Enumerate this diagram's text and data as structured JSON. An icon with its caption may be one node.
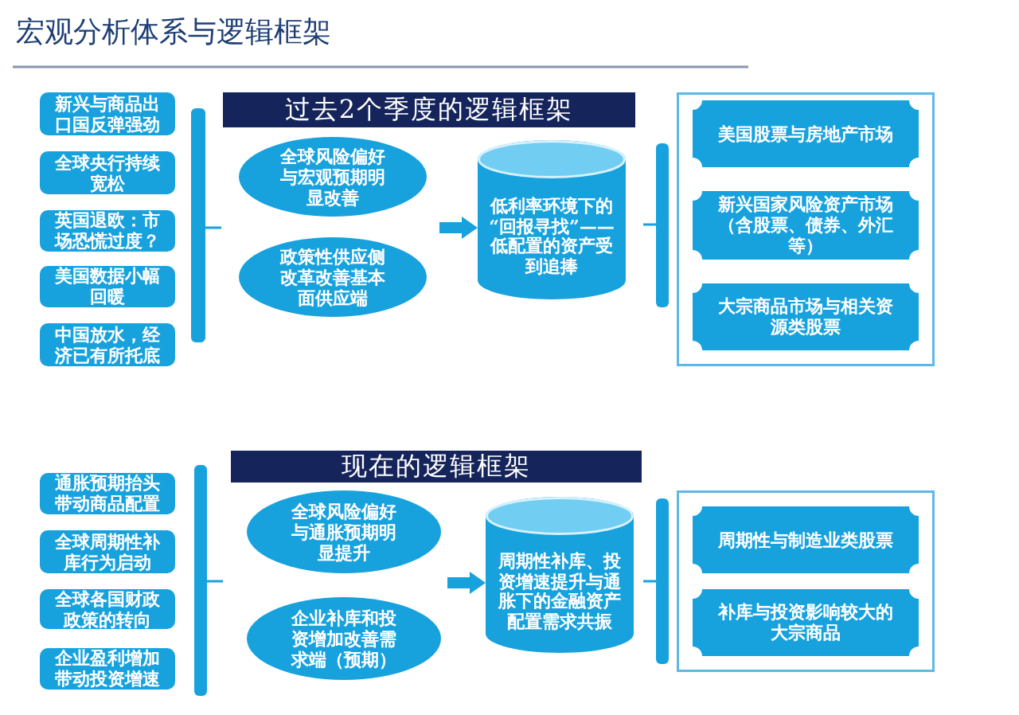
{
  "diagram": {
    "title": "宏观分析体系与逻辑框架",
    "nodes": [
      {
        "text": [
          "过去2个季度的逻辑框架"
        ]
      },
      {
        "text": [
          "新兴与商品出口国反弹强劲"
        ]
      },
      {
        "text": [
          "全球央行持续宽松"
        ]
      },
      {
        "text": [
          "英国退欧：市场恐慌过度？"
        ]
      },
      {
        "text": [
          "美国数据小幅回暖"
        ]
      },
      {
        "text": [
          "中国放水，经济已有所托底"
        ]
      },
      {
        "text": [
          "全球风险偏好与宏观预期明显改善"
        ]
      },
      {
        "text": [
          "政策性供应侧改革改善基本面供应端"
        ]
      },
      {
        "text": [
          "低利率环境下的“回报寻找”——低配置的资产受到追捧"
        ]
      },
      {
        "text": [],
        "shape": "box"
      },
      {
        "text": [
          "美国股票与房地产市场"
        ],
        "in": 9
      },
      {
        "text": [
          "新兴国家风险资产市场（含股票、债券、外汇等）"
        ],
        "in": 9
      },
      {
        "text": [
          "大宗商品市场与相关资源类股票"
        ],
        "in": 9
      },
      {
        "text": [
          "现在的逻辑框架"
        ]
      },
      {
        "text": [
          "通胀预期抬头带动商品配置"
        ]
      },
      {
        "text": [
          "全球周期性补库行为启动"
        ]
      },
      {
        "text": [
          "全球各国财政政策的转向"
        ]
      },
      {
        "text": [
          "企业盈利增加带动投资增速"
        ]
      },
      {
        "text": [
          "全球风险偏好与通胀预期明显提升"
        ]
      },
      {
        "text": [
          "企业补库和投资增加改善需求端（预期）"
        ]
      },
      {
        "text": [
          "周期性补库、投资增速提升与通胀下的金融资产配置需求共振"
        ]
      },
      {
        "text": [],
        "shape": "box"
      },
      {
        "text": [
          "周期性与制造业类股票"
        ],
        "in": 21
      },
      {
        "text": [
          "补库与投资影响较大的大宗商品"
        ],
        "in": 21
      }
    ],
    "edges": [
      {
        "from": null,
        "to": 8,
        "arrow": "to"
      },
      {
        "from": null,
        "to": 20,
        "arrow": "to"
      }
    ]
  }
}
